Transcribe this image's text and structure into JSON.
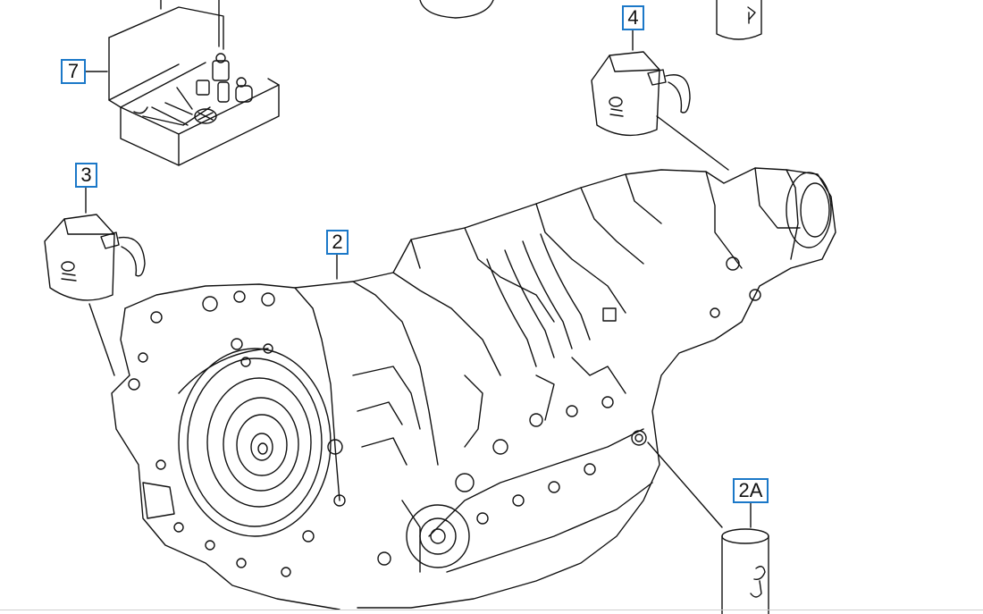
{
  "diagram": {
    "callouts": {
      "toolkit": "7",
      "oil_can_upper": "4",
      "oil_can_left": "3",
      "transmission": "2",
      "oil_cylinder": "2A"
    },
    "colors": {
      "callout_border": "#1b78c8",
      "line_art": "#111111",
      "background": "#ffffff"
    }
  }
}
